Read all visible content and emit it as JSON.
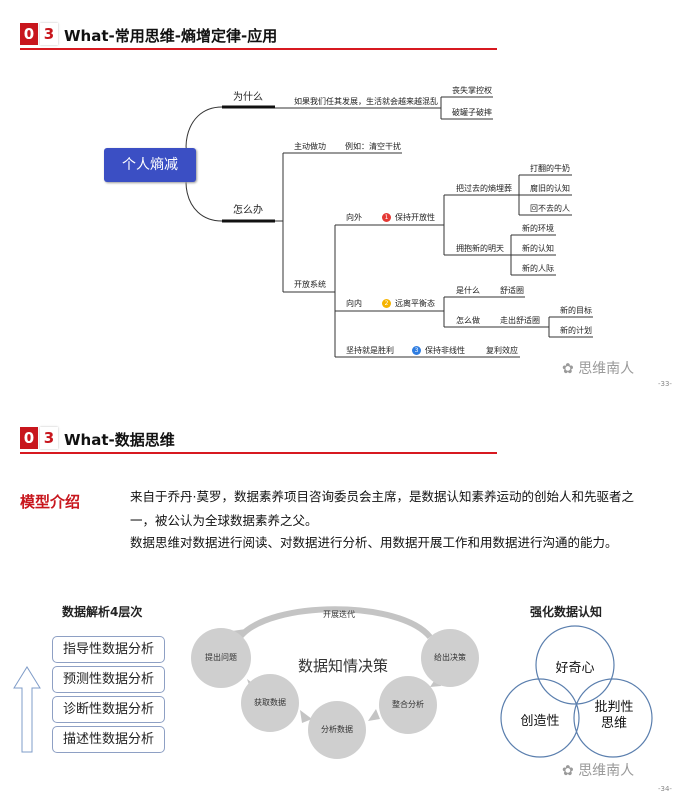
{
  "slide1": {
    "num_a": "0",
    "num_b": "3",
    "title": "What-常用思维-熵增定律-应用",
    "root": "个人熵减",
    "why": {
      "label": "为什么",
      "reason": "如果我们任其发展，生活就会越来越混乱",
      "results": [
        "丧失掌控权",
        "破罐子破摔"
      ]
    },
    "how": {
      "label": "怎么办",
      "active": {
        "label": "主动做功",
        "example": "例如：清空干扰"
      },
      "open": {
        "label": "开放系统",
        "outward": {
          "label": "向外",
          "badge": "1",
          "principle": "保持开放性",
          "bury": {
            "label": "把过去的熵埋葬",
            "items": [
              "打翻的牛奶",
              "腐旧的认知",
              "回不去的人"
            ]
          },
          "embrace": {
            "label": "拥抱新的明天",
            "items": [
              "新的环境",
              "新的认知",
              "新的人际"
            ]
          }
        },
        "inward": {
          "label": "向内",
          "badge": "2",
          "principle": "远离平衡态",
          "what": {
            "label": "是什么",
            "value": "舒适圈"
          },
          "howdo": {
            "label": "怎么做",
            "value": "走出舒适圈",
            "items": [
              "新的目标",
              "新的计划"
            ]
          }
        },
        "persist": {
          "label": "坚持就是胜利",
          "badge": "3",
          "principle": "保持非线性",
          "value": "复利效应"
        }
      }
    },
    "watermark": "思维南人",
    "page": "-33-"
  },
  "slide2": {
    "num_a": "0",
    "num_b": "3",
    "title": "What-数据思维",
    "intro_label": "模型介绍",
    "intro_lines": [
      "来自于乔丹·莫罗，数据素养项目咨询委员会主席，是数据认知素养运动的创始人和先驱者之",
      "一，被公认为全球数据素养之父。",
      "数据思维对数据进行阅读、对数据进行分析、用数据开展工作和用数据进行沟通的能力。"
    ],
    "levels_title": "数据解析4层次",
    "levels": [
      "指导性数据分析",
      "预测性数据分析",
      "诊断性数据分析",
      "描述性数据分析"
    ],
    "cycle": {
      "center": "数据知情决策",
      "loop": "开展迭代",
      "steps": [
        "提出问题",
        "获取数据",
        "分析数据",
        "整合分析",
        "给出决策"
      ]
    },
    "venn_title": "强化数据认知",
    "venn": [
      "好奇心",
      "创造性",
      "批判性\n思维"
    ],
    "watermark": "思维南人",
    "page": "-34-"
  },
  "colors": {
    "accent": "#c8161d",
    "root": "#3b4fc4",
    "badge1": "#e53935",
    "badge2": "#f5b400",
    "badge3": "#2f7de1"
  }
}
